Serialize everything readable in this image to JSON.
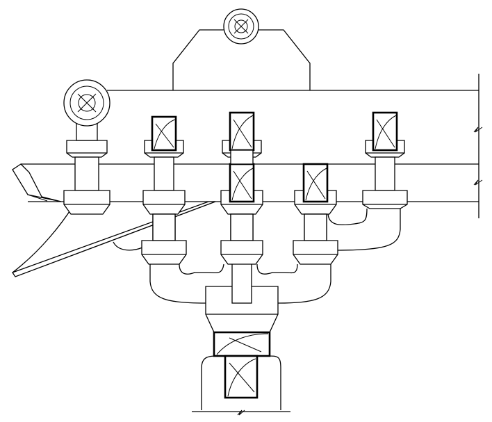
{
  "diagram": {
    "type": "dougong-bracket-set-elevation",
    "line_color": "#000000",
    "background": "#ffffff",
    "elements": {
      "block_sections_cut": 7,
      "timber_ends_circular": 2,
      "bearing_blocks_upper_tier": 4,
      "bearing_blocks_lower_tier": 4,
      "bearing_blocks_third_tier": 3,
      "main_cap_block": 1,
      "column": 1,
      "break_marks": 3
    }
  }
}
